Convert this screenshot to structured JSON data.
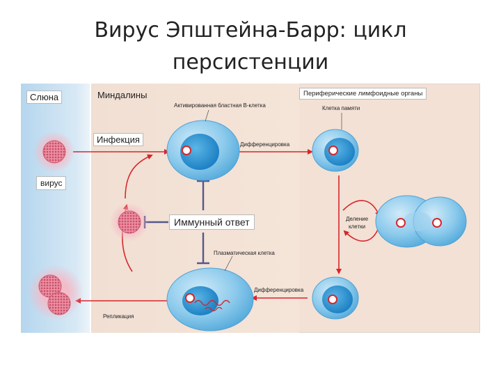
{
  "title": {
    "line1": "Вирус Эпштейна-Барр: цикл",
    "line2": "персистенции"
  },
  "regions": {
    "saliva": "Слюна",
    "tonsils": "Миндалины",
    "peripheral": "Периферические лимфоидные органы"
  },
  "labels": {
    "virus": "вирус",
    "infection": "Инфекция",
    "activated_b": "Активированная бластная В-клетка",
    "memory_cell": "Клетка памяти",
    "diff_top": "Дифференцировка",
    "immune_response": "Иммунный ответ",
    "plasma_cell": "Плазматическая клетка",
    "division_line1": "Деление",
    "division_line2": "клетки",
    "diff_bottom": "Дифференцировка",
    "replication": "Репликация"
  },
  "colors": {
    "panel": "#f3e1d5",
    "saliva_strip": "#d2e5f2",
    "arrow": "#d8252b",
    "inhibitor": "#54588c",
    "cell": "#78bfe6",
    "nucleus": "#1f90cf",
    "virion": "#e47f93"
  }
}
